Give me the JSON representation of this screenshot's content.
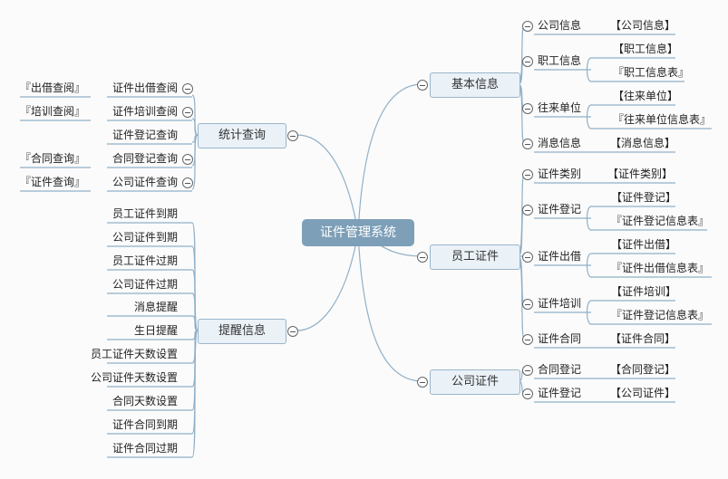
{
  "root": {
    "label": "证件管理系统"
  },
  "branches": {
    "jiben": {
      "label": "基本信息",
      "items": [
        {
          "label": "公司信息",
          "leaves": [
            "【公司信息】"
          ]
        },
        {
          "label": "职工信息",
          "leaves": [
            "【职工信息】",
            "『职工信息表』"
          ]
        },
        {
          "label": "往来单位",
          "leaves": [
            "【往来单位】",
            "『往来单位信息表』"
          ]
        },
        {
          "label": "消息信息",
          "leaves": [
            "【消息信息】"
          ]
        }
      ]
    },
    "yuangong": {
      "label": "员工证件",
      "items": [
        {
          "label": "证件类别",
          "leaves": [
            "【证件类别】"
          ]
        },
        {
          "label": "证件登记",
          "leaves": [
            "【证件登记】",
            "『证件登记信息表』"
          ]
        },
        {
          "label": "证件出借",
          "leaves": [
            "【证件出借】",
            "『证件出借信息表』"
          ]
        },
        {
          "label": "证件培训",
          "leaves": [
            "【证件培训】",
            "『证件登记信息表』"
          ]
        },
        {
          "label": "证件合同",
          "leaves": [
            "【证件合同】"
          ]
        }
      ]
    },
    "gongsi": {
      "label": "公司证件",
      "items": [
        {
          "label": "合同登记",
          "leaves": [
            "【合同登记】"
          ]
        },
        {
          "label": "证件登记",
          "leaves": [
            "【公司证件】"
          ]
        }
      ]
    },
    "tongji": {
      "label": "统计查询",
      "items": [
        {
          "label": "证件出借查阅",
          "leaves": [
            "『出借查阅』"
          ]
        },
        {
          "label": "证件培训查阅",
          "leaves": [
            "『培训查阅』"
          ]
        },
        {
          "label": "证件登记查询",
          "leaves": []
        },
        {
          "label": "合同登记查询",
          "leaves": [
            "『合同查询』"
          ]
        },
        {
          "label": "公司证件查询",
          "leaves": [
            "『证件查询』"
          ]
        }
      ]
    },
    "tixing": {
      "label": "提醒信息",
      "items": [
        {
          "label": "员工证件到期"
        },
        {
          "label": "公司证件到期"
        },
        {
          "label": "员工证件过期"
        },
        {
          "label": "公司证件过期"
        },
        {
          "label": "消息提醒"
        },
        {
          "label": "生日提醒"
        },
        {
          "label": "员工证件天数设置"
        },
        {
          "label": "公司证件天数设置"
        },
        {
          "label": "合同天数设置"
        },
        {
          "label": "证件合同到期"
        },
        {
          "label": "证件合同过期"
        }
      ]
    }
  },
  "colors": {
    "root_fill": "#7d9fb8",
    "branch_fill": "#eaf1f7",
    "branch_border": "#9bb5c9",
    "line": "#8fb0c8"
  }
}
